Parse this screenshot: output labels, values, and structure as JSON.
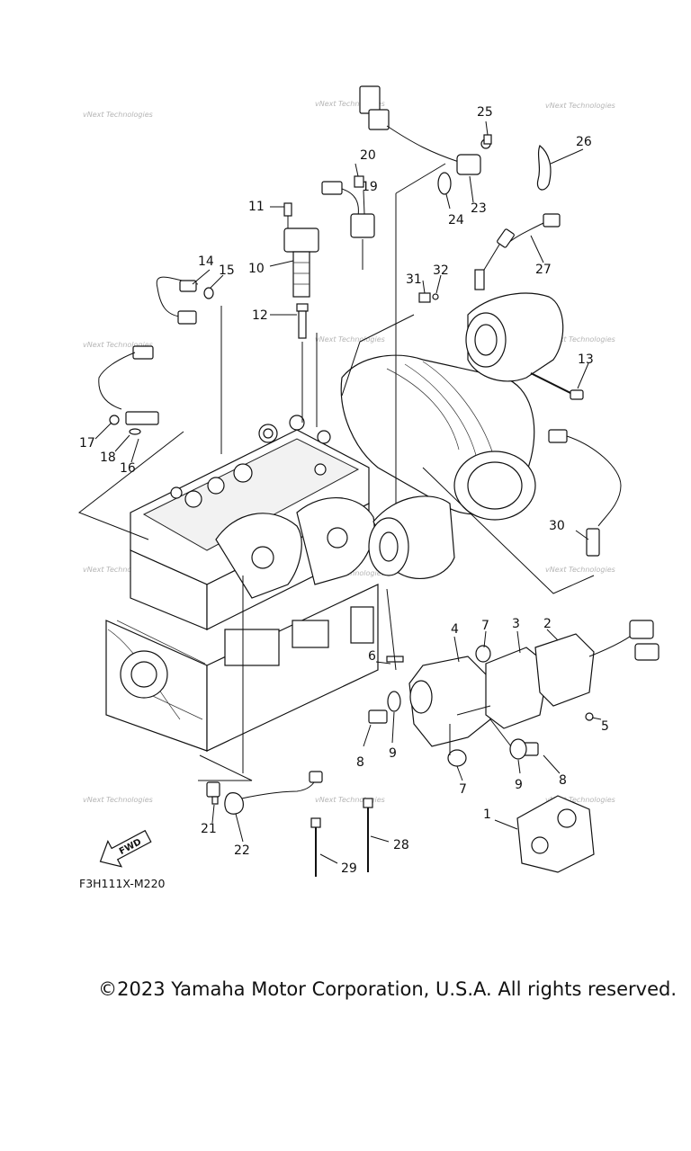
{
  "diagram": {
    "figure_code": "F3H111X-M220",
    "direction_label": "FWD",
    "watermark": "vNext Technologies",
    "callout_numbers": [
      "1",
      "2",
      "3",
      "4",
      "5",
      "6",
      "7",
      "8",
      "9",
      "10",
      "11",
      "12",
      "13",
      "14",
      "15",
      "16",
      "17",
      "18",
      "19",
      "20",
      "21",
      "22",
      "23",
      "24",
      "25",
      "26",
      "27",
      "28",
      "29",
      "30",
      "31",
      "32"
    ]
  },
  "footer": {
    "copyright": "©2023 Yamaha Motor Corporation, U.S.A. All rights reserved."
  },
  "colors": {
    "ink": "#111111",
    "watermark": "#b5b5b5",
    "background": "#ffffff"
  }
}
